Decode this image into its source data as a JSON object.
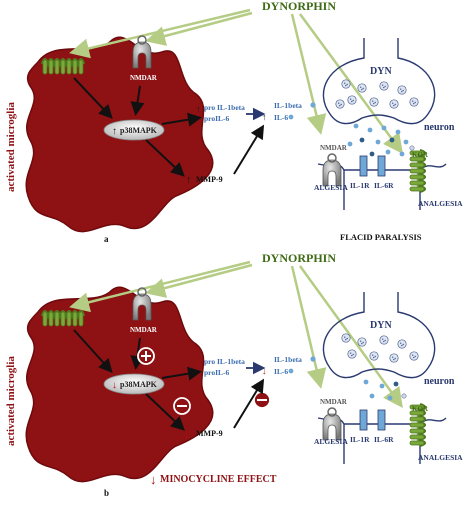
{
  "colors": {
    "microglia": "#8e1114",
    "microglia_dark": "#6e0a0c",
    "receptor_green": "#7aa83a",
    "receptor_green_dark": "#4f7a1e",
    "arrow_green": "#b5cc84",
    "title_green": "#3e6b14",
    "up_arrow": "#1a1a1a",
    "down_arrow": "#b01010",
    "neuron_outline": "#2a3a70",
    "cytokine_text": "#3a6db0",
    "vesicle": "#cfd8ea",
    "dot_blue": "#6fa8d6",
    "dot_dark": "#2f5d8a"
  },
  "panel_a": {
    "dynorphin": "DYNORPHIN",
    "side_label": "activated microglia",
    "nmdar": "NMDAR",
    "p38": "p38MAPK",
    "prointerleukin_1": "pro IL-1beta",
    "prointerleukin_6": "proIL-6",
    "il1": "IL-1beta",
    "il6": "IL-6",
    "mmp": "MMP-9",
    "dyn": "DYN",
    "neuron": "neuron",
    "neuron_nmdar": "NMDAR",
    "kor": "KOR",
    "il1r": "IL-1R",
    "il6r": "IL-6R",
    "algesia": "ALGESIA",
    "analgesia": "ANALGESIA",
    "paralysis": "FLACID PARALYSIS",
    "letter": "a"
  },
  "panel_b": {
    "dynorphin": "DYNORPHIN",
    "side_label": "activated microglia",
    "nmdar": "NMDAR",
    "p38": "p38MAPK",
    "prointerleukin_1": "pro IL-1beta",
    "prointerleukin_6": "proIL-6",
    "il1": "IL-1beta",
    "il6": "IL-6",
    "mmp": "MMP-9",
    "dyn": "DYN",
    "neuron": "neuron",
    "neuron_nmdar": "NMDAR",
    "kor": "KOR",
    "il1r": "IL-1R",
    "il6r": "IL-6R",
    "algesia": "ALGESIA",
    "analgesia": "ANALGESIA",
    "effect": "MINOCYCLINE EFFECT",
    "letter": "b"
  }
}
